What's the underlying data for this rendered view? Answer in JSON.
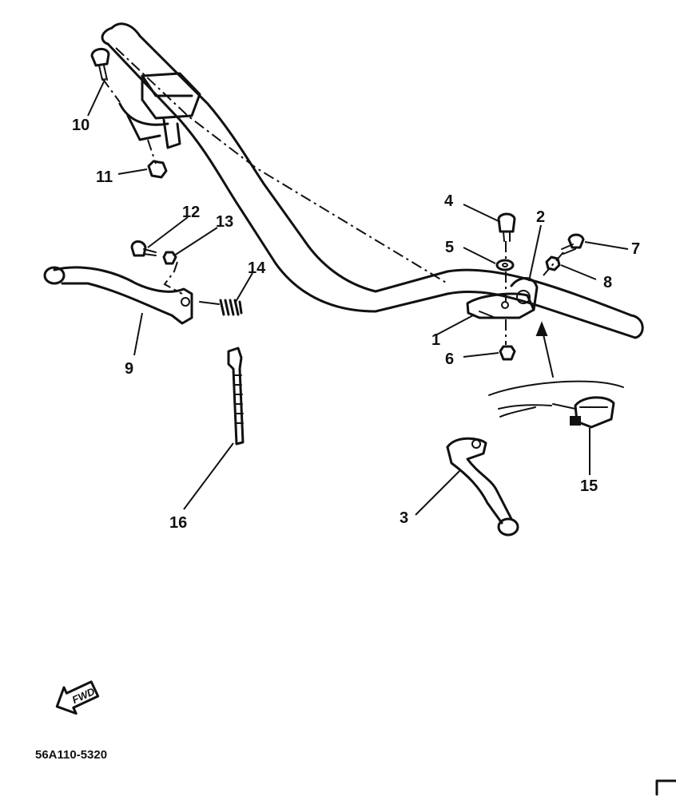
{
  "callouts": [
    {
      "id": "1",
      "label": "1"
    },
    {
      "id": "2",
      "label": "2"
    },
    {
      "id": "3",
      "label": "3"
    },
    {
      "id": "4",
      "label": "4"
    },
    {
      "id": "5",
      "label": "5"
    },
    {
      "id": "6",
      "label": "6"
    },
    {
      "id": "7",
      "label": "7"
    },
    {
      "id": "8",
      "label": "8"
    },
    {
      "id": "9",
      "label": "9"
    },
    {
      "id": "10",
      "label": "10"
    },
    {
      "id": "11",
      "label": "11"
    },
    {
      "id": "12",
      "label": "12"
    },
    {
      "id": "13",
      "label": "13"
    },
    {
      "id": "14",
      "label": "14"
    },
    {
      "id": "15",
      "label": "15"
    },
    {
      "id": "16",
      "label": "16"
    }
  ],
  "fwd_label": "FWD",
  "drawing_code": "56A110-5320"
}
